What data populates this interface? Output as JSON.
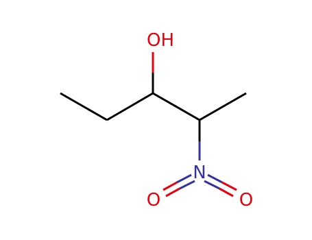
{
  "molecule": {
    "atoms": {
      "hydroxyl": {
        "label": "OH",
        "color": "#e8000b"
      },
      "nitrogen": {
        "label": "N",
        "color": "#3333a0"
      },
      "oxygen_left": {
        "label": "O",
        "color": "#e8000b"
      },
      "oxygen_right": {
        "label": "O",
        "color": "#e8000b"
      }
    },
    "colors": {
      "carbon_bond": "#000000",
      "nitrogen": "#3333a0",
      "oxygen": "#e8000b"
    }
  }
}
